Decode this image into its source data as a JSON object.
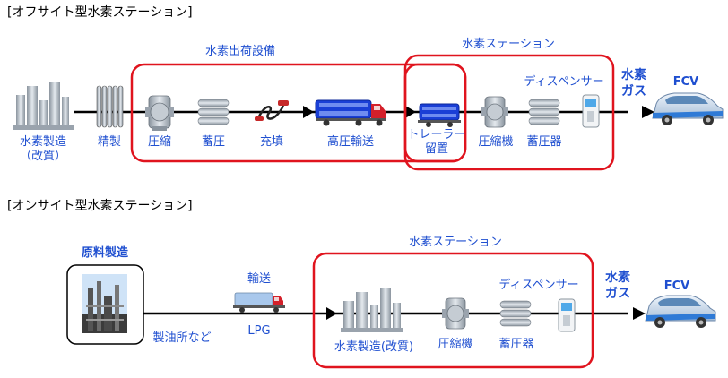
{
  "colors": {
    "label_blue": "#1f4fd0",
    "frame_red": "#e0141e",
    "line": "#000000",
    "metal": "#a9b3bd",
    "truck_blue": "#1a3fd6",
    "truck_red": "#d4202a",
    "car_blue": "#2f7ad6"
  },
  "offsite": {
    "title": "[オフサイト型水素ステーション]",
    "shipping_group": "水素出荷設備",
    "station_group": "水素ステーション",
    "production": "水素製造",
    "production_note": "（改質）",
    "refining": "精製",
    "compression": "圧縮",
    "storage": "蓄圧",
    "filling": "充填",
    "transport": "高圧輸送",
    "trailer_line1": "トレーラー",
    "trailer_line2": "留置",
    "compressor": "圧縮機",
    "accumulator": "蓄圧器",
    "dispenser": "ディスペンサー",
    "gas_line1": "水素",
    "gas_line2": "ガス",
    "vehicle": "FCV"
  },
  "onsite": {
    "title": "[オンサイト型水素ステーション]",
    "station_group": "水素ステーション",
    "raw_material": "原料製造",
    "refinery": "製油所など",
    "transport": "輸送",
    "fuel": "LPG",
    "production": "水素製造(改質)",
    "compressor": "圧縮機",
    "accumulator": "蓄圧器",
    "dispenser": "ディスペンサー",
    "gas_line1": "水素",
    "gas_line2": "ガス",
    "vehicle": "FCV"
  }
}
